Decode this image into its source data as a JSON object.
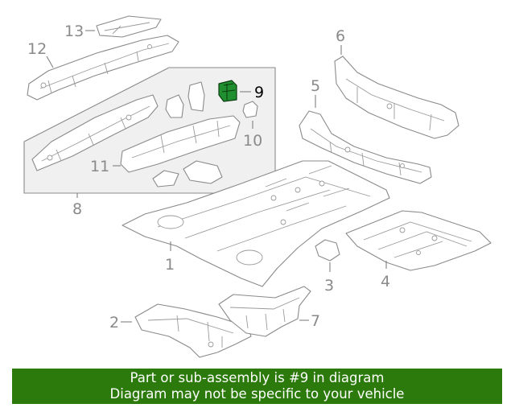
{
  "callouts": {
    "c1": "1",
    "c2": "2",
    "c3": "3",
    "c4": "4",
    "c5": "5",
    "c6": "6",
    "c7": "7",
    "c8": "8",
    "c9": "9",
    "c10": "10",
    "c11": "11",
    "c12": "12",
    "c13": "13"
  },
  "highlight": {
    "part": "9",
    "color": "#2b8a2b"
  },
  "banner": {
    "line1": "Part or sub-assembly is #9 in diagram",
    "line2": "Diagram may not be specific to your vehicle",
    "color": "#2b7a0b"
  }
}
